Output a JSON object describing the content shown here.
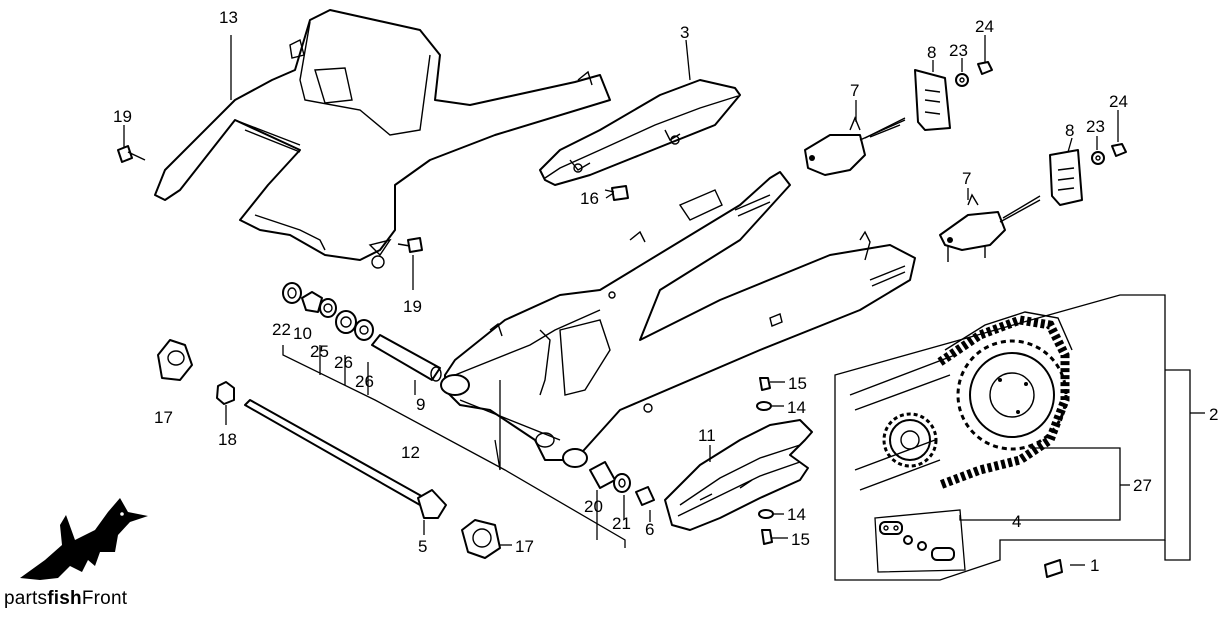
{
  "callouts": {
    "c13": "13",
    "c19a": "19",
    "c19b": "19",
    "c3": "3",
    "c16": "16",
    "c7a": "7",
    "c8a": "8",
    "c23a": "23",
    "c24a": "24",
    "c7b": "7",
    "c8b": "8",
    "c23b": "23",
    "c24b": "24",
    "c22": "22",
    "c10": "10",
    "c25": "25",
    "c26a": "26",
    "c26b": "26",
    "c9": "9",
    "c17a": "17",
    "c18": "18",
    "c12": "12",
    "c5": "5",
    "c17b": "17",
    "c15a": "15",
    "c14a": "14",
    "c11": "11",
    "c20": "20",
    "c21": "21",
    "c6": "6",
    "c14b": "14",
    "c15b": "15",
    "c2": "2",
    "c27": "27",
    "c4": "4",
    "c1": "1"
  },
  "brand": {
    "prefix": "parts",
    "bold": "fish",
    "suffix": "Front"
  },
  "colors": {
    "ink": "#000000",
    "paper": "#ffffff"
  }
}
